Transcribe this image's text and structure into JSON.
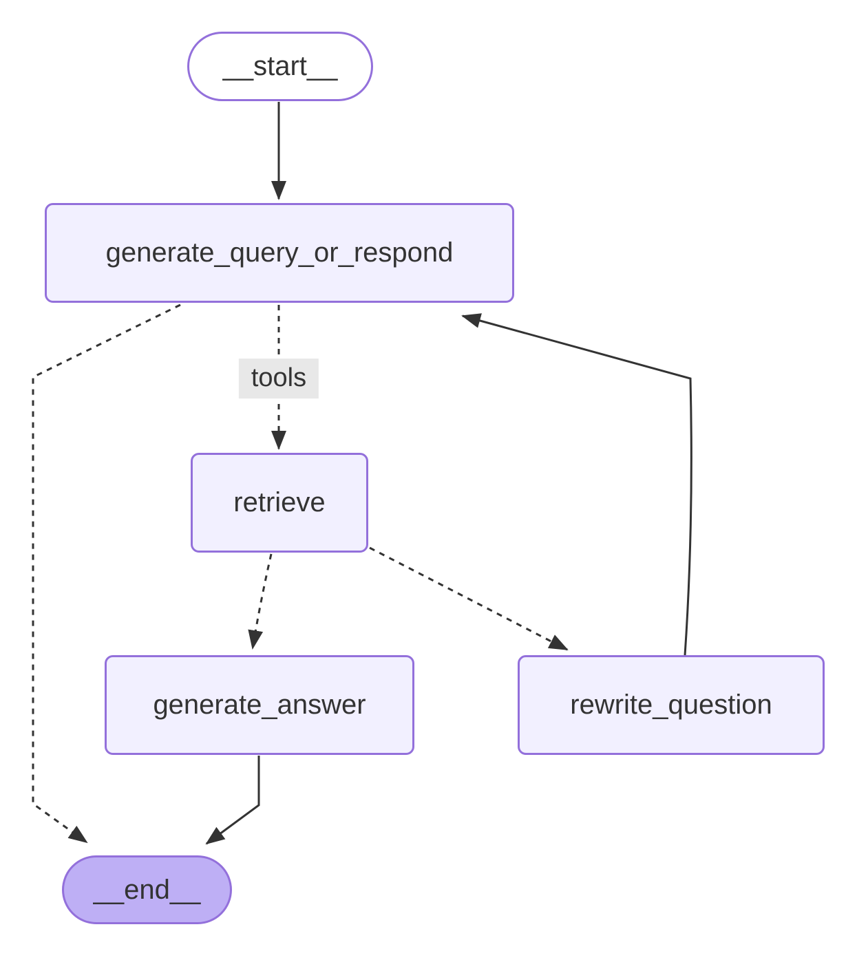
{
  "diagram": {
    "type": "flowchart",
    "direction": "top-down",
    "colors": {
      "background": "#ffffff",
      "node_fill": "#f2f0ff",
      "node_border": "#9370db",
      "start_fill": "#ffffff",
      "end_fill": "#beaff5",
      "edge_color": "#333333",
      "text_color": "#333333",
      "edge_label_bg": "#e8e8e8"
    },
    "nodes": [
      {
        "id": "__start__",
        "label": "__start__",
        "shape": "stadium"
      },
      {
        "id": "generate_query_or_respond",
        "label": "generate_query_or_respond",
        "shape": "rect"
      },
      {
        "id": "retrieve",
        "label": "retrieve",
        "shape": "rect"
      },
      {
        "id": "generate_answer",
        "label": "generate_answer",
        "shape": "rect"
      },
      {
        "id": "rewrite_question",
        "label": "rewrite_question",
        "shape": "rect"
      },
      {
        "id": "__end__",
        "label": "__end__",
        "shape": "stadium"
      }
    ],
    "edges": [
      {
        "from": "__start__",
        "to": "generate_query_or_respond",
        "style": "solid",
        "label": ""
      },
      {
        "from": "generate_query_or_respond",
        "to": "retrieve",
        "style": "dashed",
        "label": "tools"
      },
      {
        "from": "generate_query_or_respond",
        "to": "__end__",
        "style": "dashed",
        "label": ""
      },
      {
        "from": "retrieve",
        "to": "generate_answer",
        "style": "dashed",
        "label": ""
      },
      {
        "from": "retrieve",
        "to": "rewrite_question",
        "style": "dashed",
        "label": ""
      },
      {
        "from": "rewrite_question",
        "to": "generate_query_or_respond",
        "style": "solid",
        "label": ""
      },
      {
        "from": "generate_answer",
        "to": "__end__",
        "style": "solid",
        "label": ""
      }
    ]
  }
}
